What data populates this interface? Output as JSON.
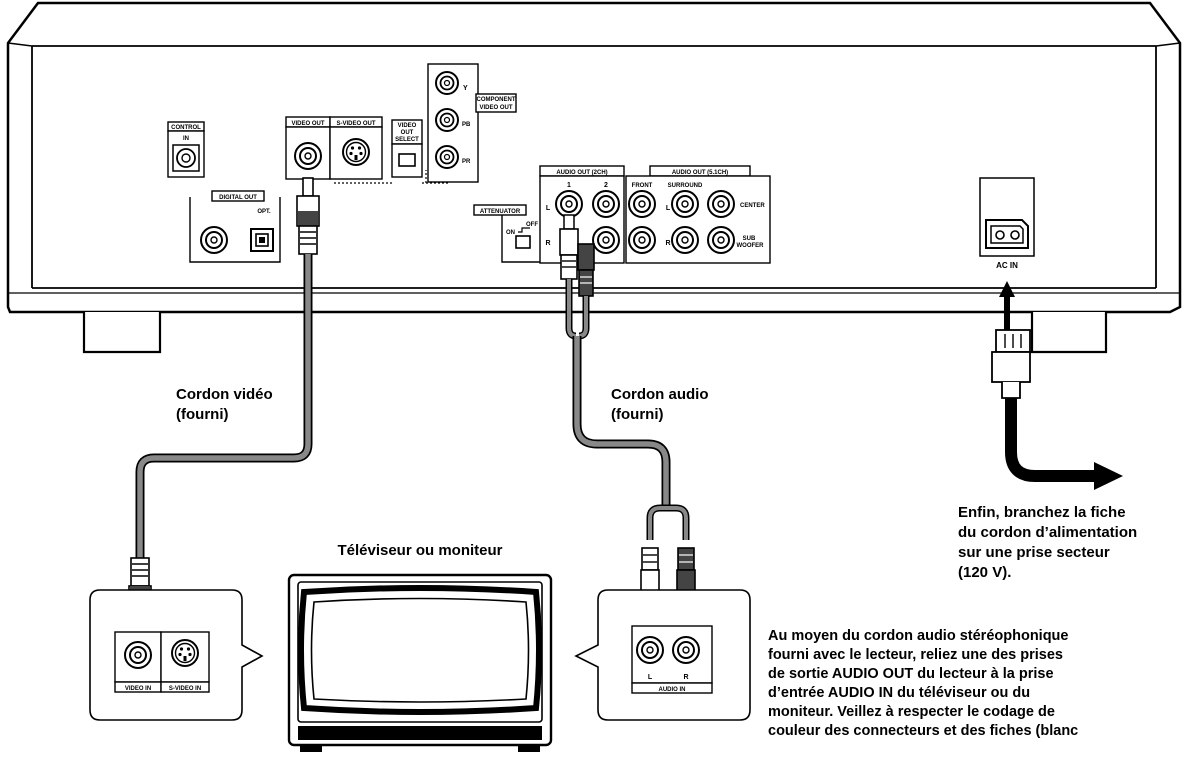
{
  "player": {
    "control_label": "CONTROL",
    "control_in": "IN",
    "digital_out": "DIGITAL OUT",
    "opt": "OPT.",
    "video_out": "VIDEO OUT",
    "svideo_out": "S-VIDEO OUT",
    "video_out_select": [
      "VIDEO",
      "OUT",
      "SELECT"
    ],
    "component": [
      "COMPONENT",
      "VIDEO OUT"
    ],
    "comp_y": "Y",
    "comp_pb": "PB",
    "comp_pr": "PR",
    "audio_2ch": "AUDIO OUT (2CH)",
    "ch1": "1",
    "ch2": "2",
    "ch_l": "L",
    "ch_r": "R",
    "attenuator": "ATTENUATOR",
    "att_on": "ON",
    "att_off": "OFF",
    "audio_51": "AUDIO OUT (5.1CH)",
    "front": "FRONT",
    "surround": "SURROUND",
    "center": "CENTER",
    "subwoofer": [
      "SUB",
      "WOOFER"
    ],
    "s_l": "L",
    "s_r": "R",
    "ac_in": "AC IN"
  },
  "cables": {
    "video": [
      "Cordon vidéo",
      "(fourni)"
    ],
    "audio": [
      "Cordon audio",
      "(fourni)"
    ]
  },
  "tv": {
    "title": "Téléviseur ou moniteur",
    "video_in": "VIDEO IN",
    "svideo_in": "S-VIDEO IN",
    "audio_in": "AUDIO IN",
    "l": "L",
    "r": "R"
  },
  "power_note": [
    "Enfin, branchez la fiche",
    "du cordon d’alimentation",
    "sur une prise secteur",
    "(120 V)."
  ],
  "instructions": [
    "Au moyen du cordon audio stéréophonique",
    "fourni avec le lecteur, reliez une des prises",
    "de sortie AUDIO OUT du lecteur à la prise",
    "d’entrée AUDIO IN du téléviseur ou du",
    "moniteur. Veillez à respecter le codage de",
    "couleur des connecteurs et des fiches (blanc"
  ]
}
